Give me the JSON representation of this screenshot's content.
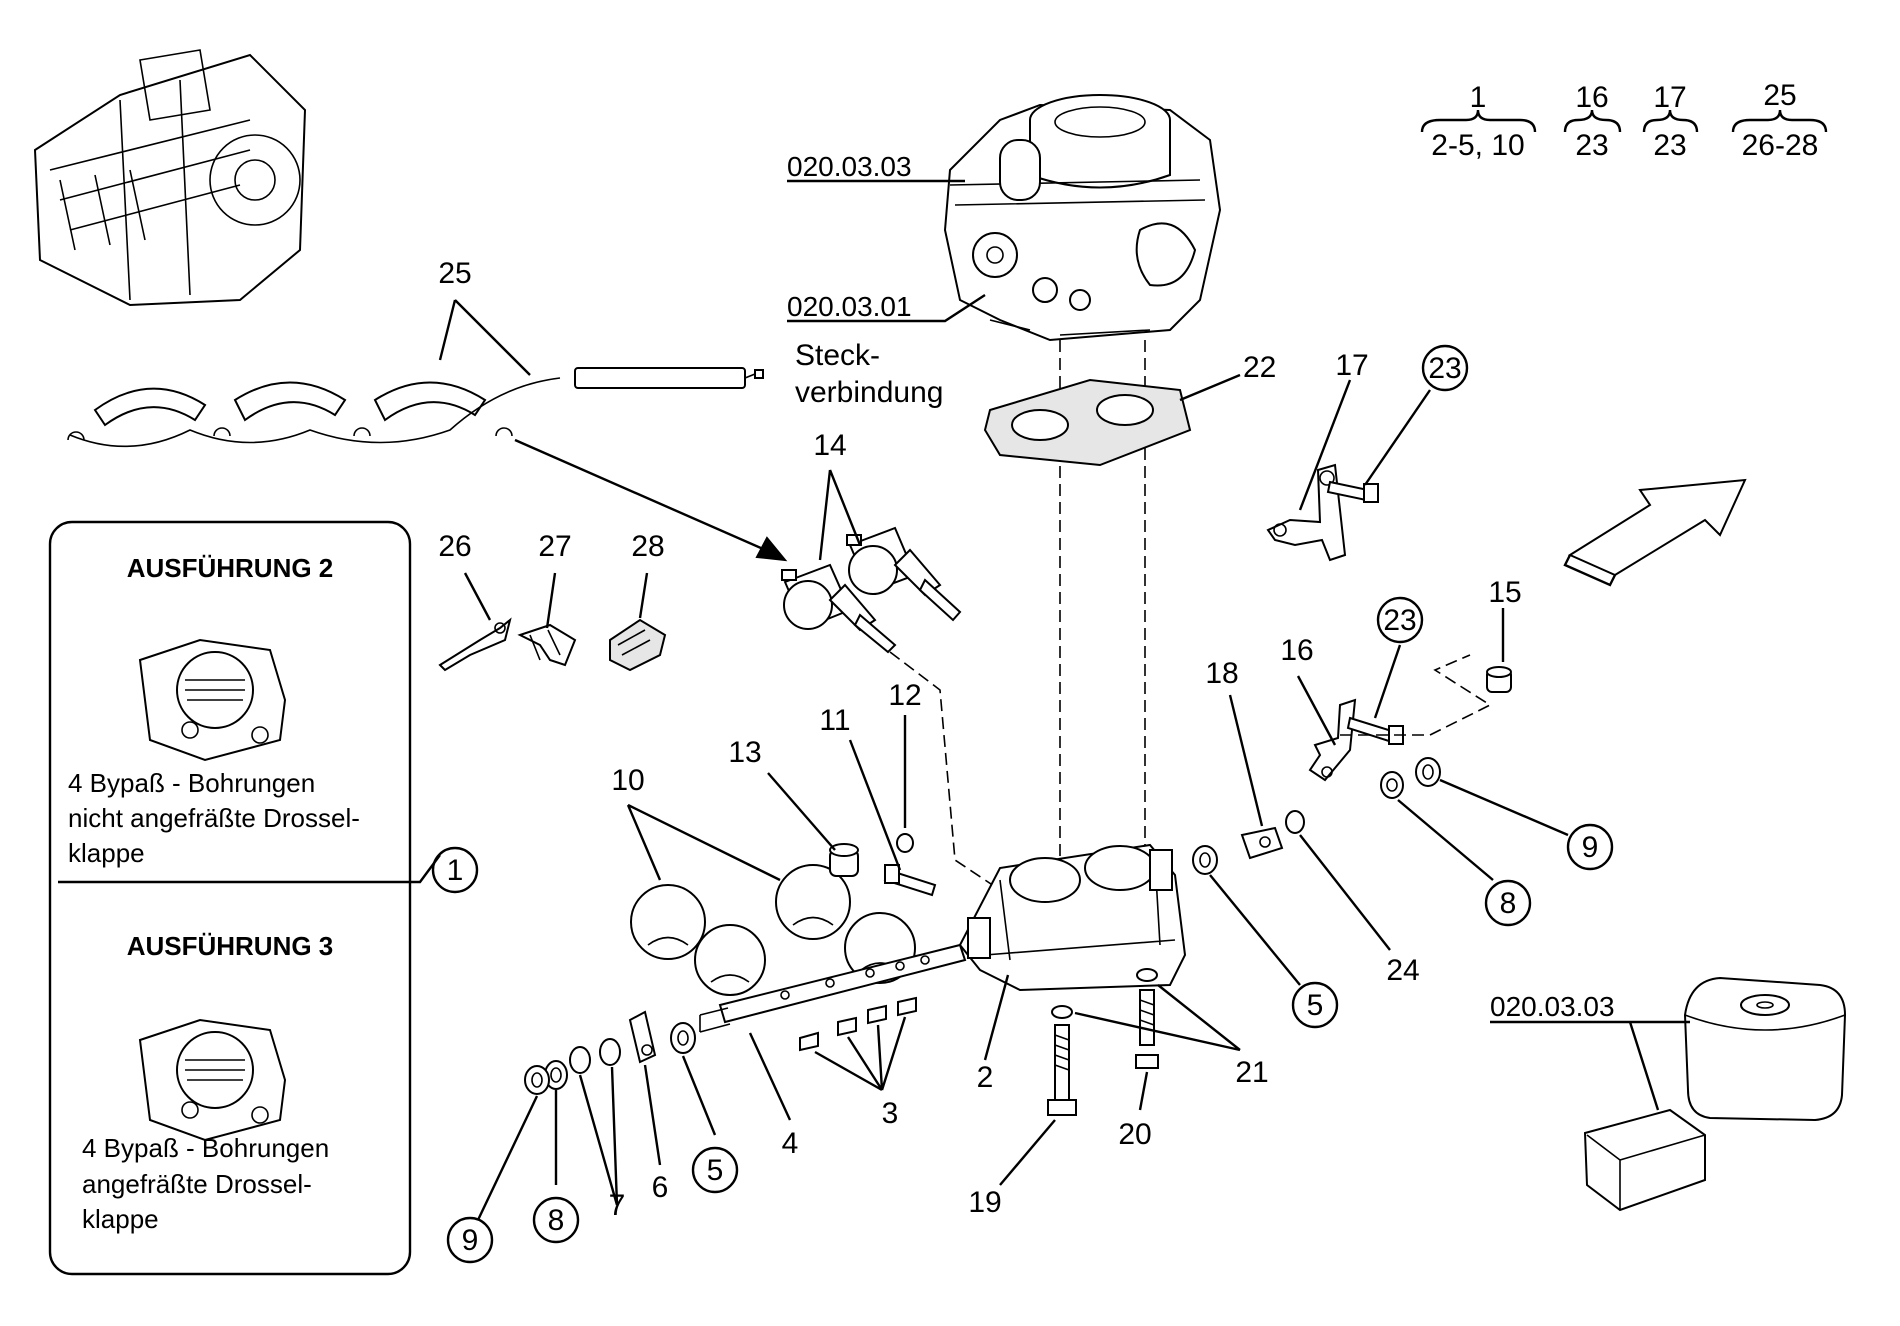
{
  "legend": {
    "groups": [
      {
        "top": "1",
        "bottom": "2-5, 10"
      },
      {
        "top": "16",
        "bottom": "23"
      },
      {
        "top": "17",
        "bottom": "23"
      },
      {
        "top": "25",
        "bottom": "26-28"
      }
    ]
  },
  "refs": {
    "r1": "020.03.03",
    "r2": "020.03.01",
    "r3": "020.03.03"
  },
  "connector_note": {
    "line1": "Steck-",
    "line2": "verbindung"
  },
  "variants": {
    "v2_title": "AUSFÜHRUNG 2",
    "v2_line1": "4 Bypaß - Bohrungen",
    "v2_line2": "nicht angefräßte Drossel-",
    "v2_line3": "klappe",
    "v3_title": "AUSFÜHRUNG 3",
    "v3_line1": "4 Bypaß - Bohrungen",
    "v3_line2": "angefräßte Drossel-",
    "v3_line3": "klappe"
  },
  "callouts": {
    "c1": "1",
    "c2": "2",
    "c3": "3",
    "c4": "4",
    "c5a": "5",
    "c5b": "5",
    "c6": "6",
    "c7": "7",
    "c8a": "8",
    "c8b": "8",
    "c9a": "9",
    "c9b": "9",
    "c10": "10",
    "c11": "11",
    "c12": "12",
    "c13": "13",
    "c14": "14",
    "c15": "15",
    "c16": "16",
    "c17": "17",
    "c18": "18",
    "c19": "19",
    "c20": "20",
    "c21": "21",
    "c22": "22",
    "c23a": "23",
    "c23b": "23",
    "c24": "24",
    "c25": "25",
    "c26": "26",
    "c27": "27",
    "c28": "28"
  }
}
